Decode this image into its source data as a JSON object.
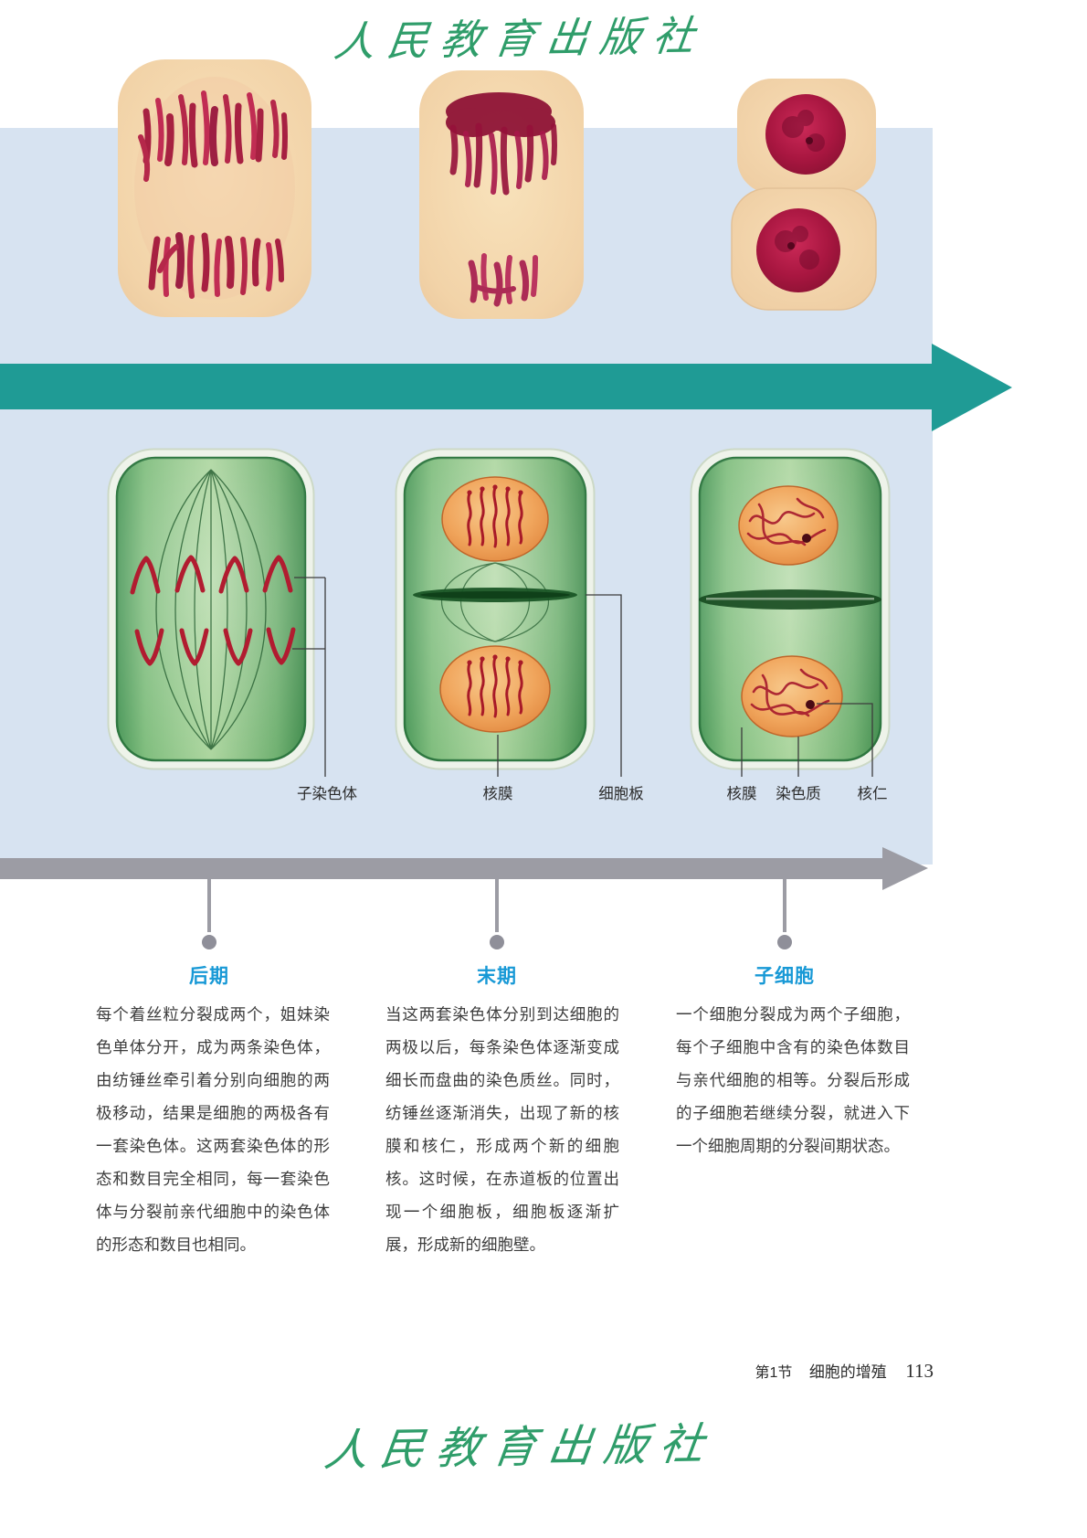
{
  "watermark": {
    "text": "人民教育出版社"
  },
  "labels": {
    "daughter_chromosome": "子染色体",
    "telophase_nuclear_membrane": "核膜",
    "cell_plate": "细胞板",
    "daughter_nuclear_membrane": "核膜",
    "chromatin": "染色质",
    "nucleolus": "核仁"
  },
  "stages": [
    {
      "heading": "后期",
      "body": "每个着丝粒分裂成两个，姐妹染色单体分开，成为两条染色体，由纺锤丝牵引着分别向细胞的两极移动，结果是细胞的两极各有一套染色体。这两套染色体的形态和数目完全相同，每一套染色体与分裂前亲代细胞中的染色体的形态和数目也相同。"
    },
    {
      "heading": "末期",
      "body": "当这两套染色体分别到达细胞的两极以后，每条染色体逐渐变成细长而盘曲的染色质丝。同时，纺锤丝逐渐消失，出现了新的核膜和核仁，形成两个新的细胞核。这时候，在赤道板的位置出现一个细胞板，细胞板逐渐扩展，形成新的细胞壁。"
    },
    {
      "heading": "子细胞",
      "body": "一个细胞分裂成为两个子细胞，每个子细胞中含有的染色体数目与亲代细胞的相等。分裂后形成的子细胞若继续分裂，就进入下一个细胞周期的分裂间期状态。"
    }
  ],
  "footer": {
    "section": "第1节",
    "title": "细胞的增殖",
    "page_number": "113"
  },
  "colors": {
    "stage_arrow_teal": "#1f9b95",
    "timeline_gray": "#9c9ca4",
    "heading_blue": "#1899d6",
    "watermark_green": "#2f9d6a",
    "background_blue": "#d7e3f1"
  }
}
